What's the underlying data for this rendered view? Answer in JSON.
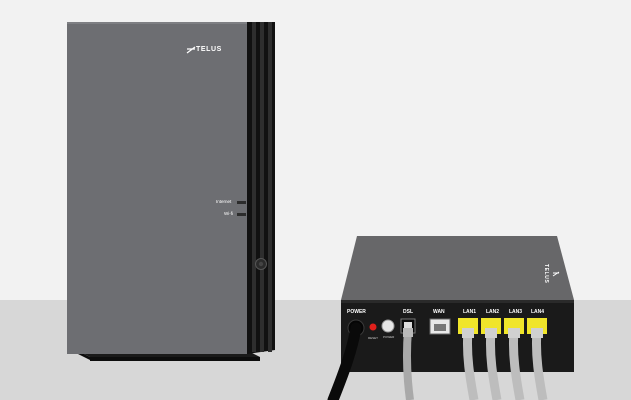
{
  "brand": "TELUS",
  "router": {
    "indicators": [
      {
        "label": "Internet"
      },
      {
        "label": "Wi-fi"
      }
    ]
  },
  "modem": {
    "ports": [
      {
        "label": "POWER"
      },
      {
        "label": "DSL"
      },
      {
        "label": "WAN"
      },
      {
        "label": "LAN1"
      },
      {
        "label": "LAN2"
      },
      {
        "label": "LAN3"
      },
      {
        "label": "LAN4"
      }
    ],
    "small_labels": {
      "reset": "RESET",
      "power_switch": "POWER"
    }
  },
  "colors": {
    "background": "#f2f2f2",
    "floor": "#d7d7d7",
    "device_body": "#6d6e72",
    "device_dark": "#1a1a1a",
    "lan_port_accent": "#f0e52a",
    "cable_gray": "#b4b4b4",
    "reset_red": "#e0201b"
  }
}
